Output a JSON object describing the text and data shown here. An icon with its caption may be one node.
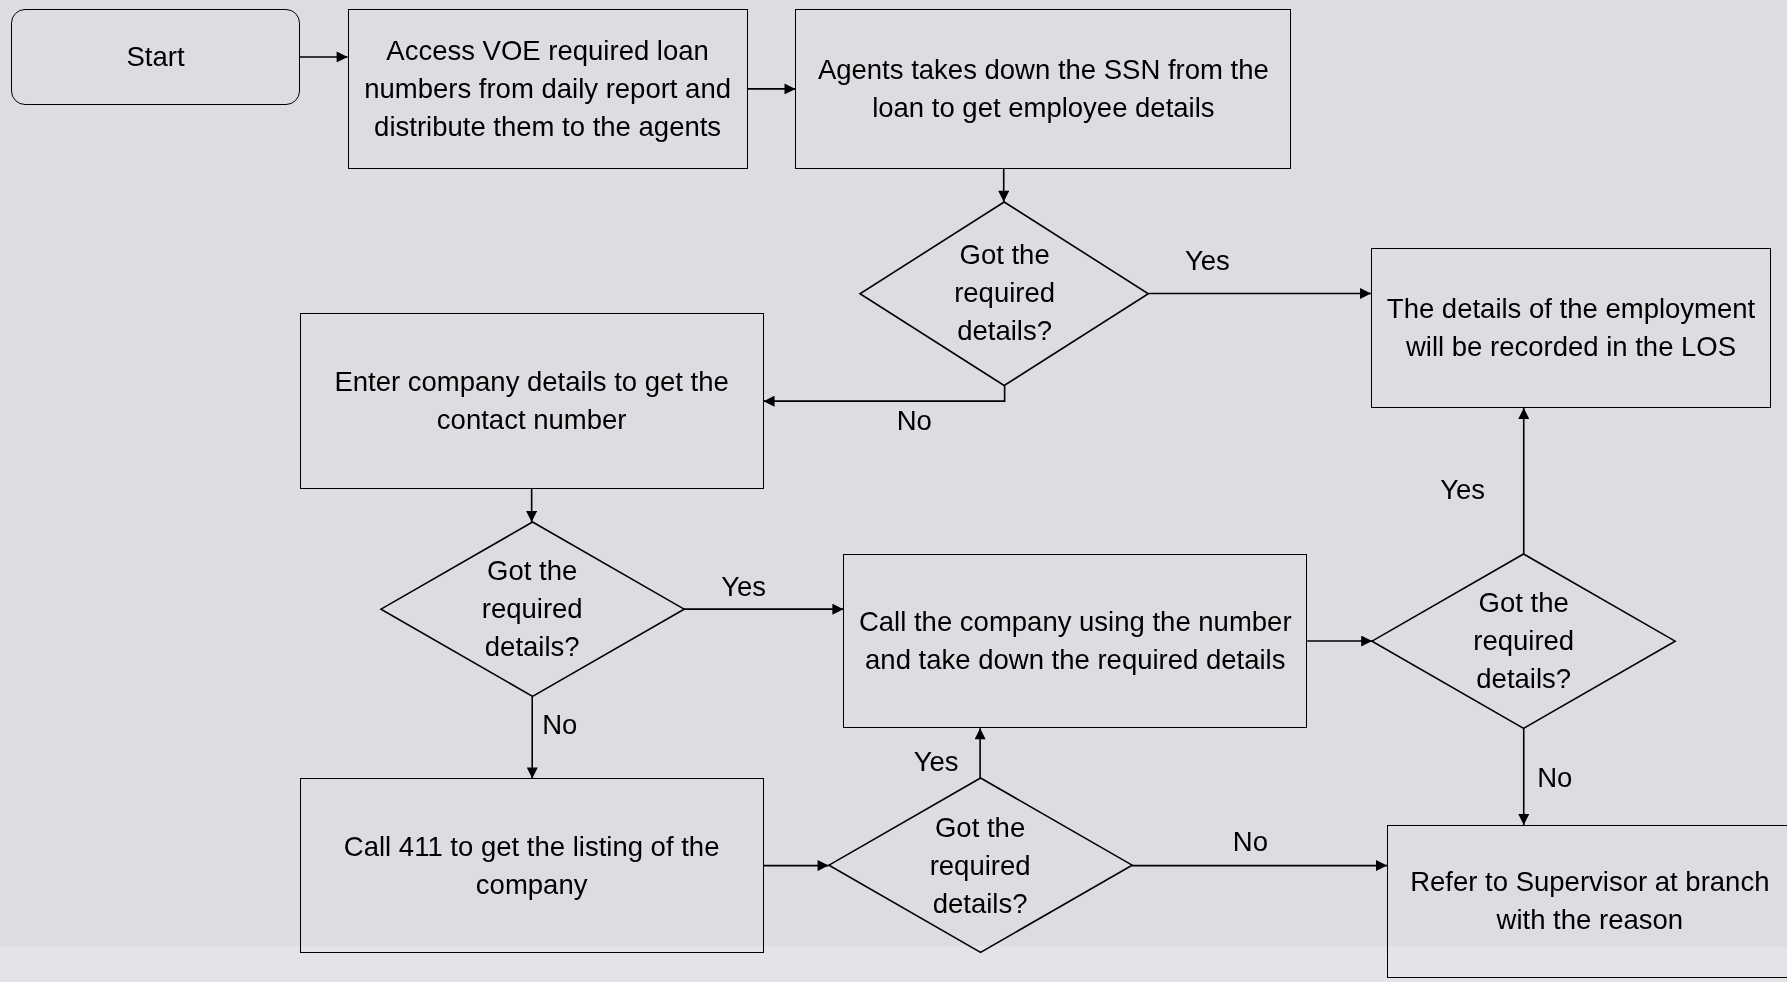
{
  "diagram": {
    "nodes": [
      {
        "text": [
          "Start"
        ]
      },
      {
        "text": [
          "Access VOE required loan numbers from daily report and distribute them to the agents"
        ]
      },
      {
        "text": [
          "Agents takes down the SSN from the loan to get employee details"
        ]
      },
      {
        "text": [
          "Got the required details?"
        ]
      },
      {
        "text": [
          "The details of the employment will be recorded in the LOS"
        ]
      },
      {
        "text": [
          "Enter company details to get the contact number"
        ]
      },
      {
        "text": [
          "Got the required details?"
        ]
      },
      {
        "text": [
          "Call the company using the number and take down the required details"
        ]
      },
      {
        "text": [
          "Got the required details?"
        ]
      },
      {
        "text": [
          "Call 411 to get the listing of the company"
        ]
      },
      {
        "text": [
          "Got the required details?"
        ]
      },
      {
        "text": [
          "Refer to Supervisor at branch with the reason"
        ]
      }
    ],
    "edges": [
      {
        "from": 0,
        "to": 1,
        "arrow": "to"
      },
      {
        "from": 1,
        "to": 2,
        "arrow": "to"
      },
      {
        "from": 2,
        "to": 3,
        "arrow": "to"
      },
      {
        "from": 3,
        "to": 4,
        "arrow": "to",
        "label": "Yes"
      },
      {
        "from": 3,
        "to": 5,
        "arrow": "to",
        "label": "No"
      },
      {
        "from": 5,
        "to": 6,
        "arrow": "to"
      },
      {
        "from": 6,
        "to": 7,
        "arrow": "to",
        "label": "Yes"
      },
      {
        "from": 6,
        "to": 9,
        "arrow": "to",
        "label": "No"
      },
      {
        "from": 7,
        "to": 8,
        "arrow": "to"
      },
      {
        "from": 8,
        "to": 4,
        "arrow": "to",
        "label": "Yes"
      },
      {
        "from": 8,
        "to": 11,
        "arrow": "to",
        "label": "No"
      },
      {
        "from": 9,
        "to": 10,
        "arrow": "to"
      },
      {
        "from": 10,
        "to": 7,
        "arrow": "to",
        "label": "Yes"
      },
      {
        "from": 10,
        "to": 11,
        "arrow": "to",
        "label": "No"
      }
    ]
  }
}
